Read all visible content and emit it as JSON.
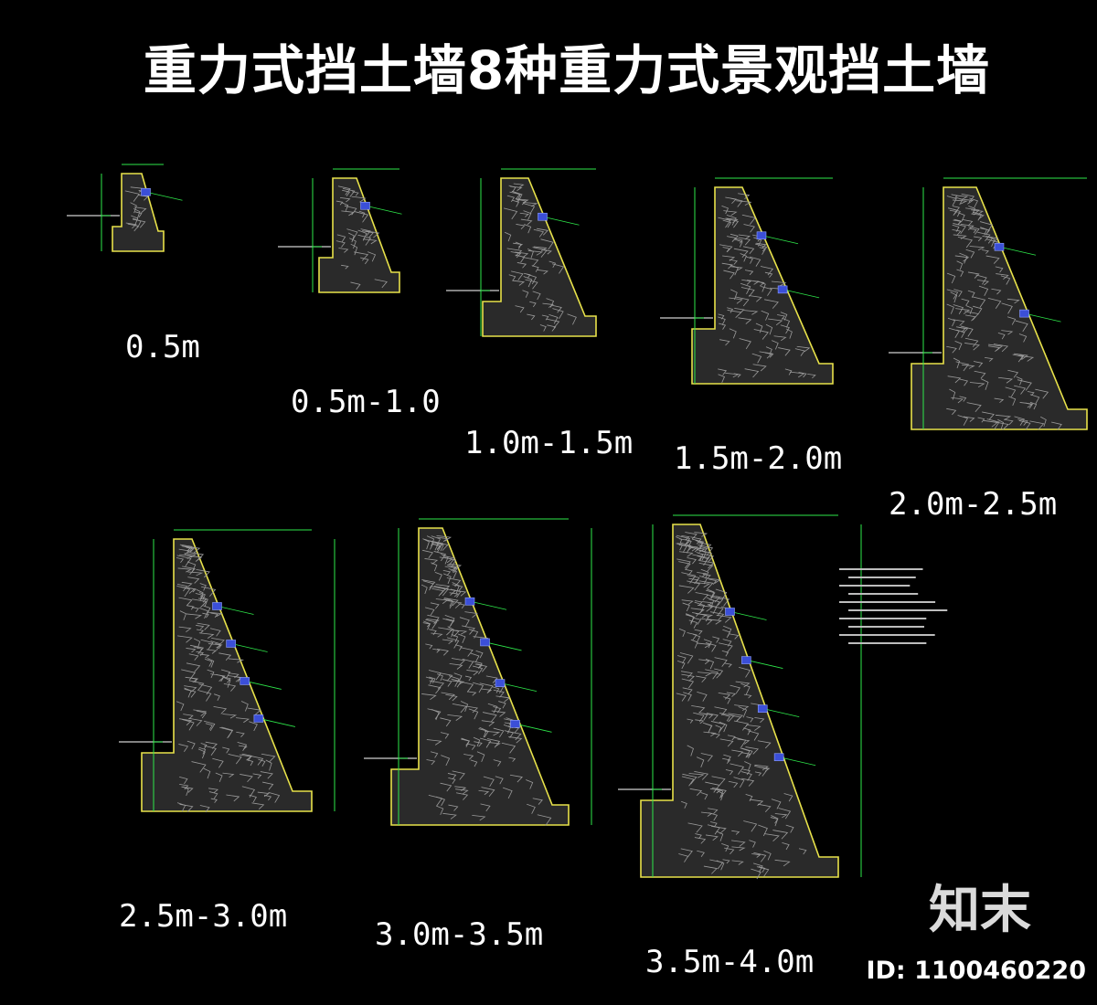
{
  "title": "重力式挡土墙8种重力式景观挡土墙",
  "labels": [
    "0.5m",
    "0.5m-1.0",
    "1.0m-1.5m",
    "1.5m-2.0m",
    "2.0m-2.5m",
    "2.5m-3.0m",
    "3.0m-3.5m",
    "3.5m-4.0m"
  ],
  "logo": {
    "brand": "知末",
    "id": "ID: 1100460220"
  },
  "colors": {
    "background": "#000000",
    "dimension": "#2ee84a",
    "outline": "#e8e24a",
    "stone": "#2a2a2a",
    "joint": "#9a9a9a",
    "tag": "#3b4fd8"
  }
}
